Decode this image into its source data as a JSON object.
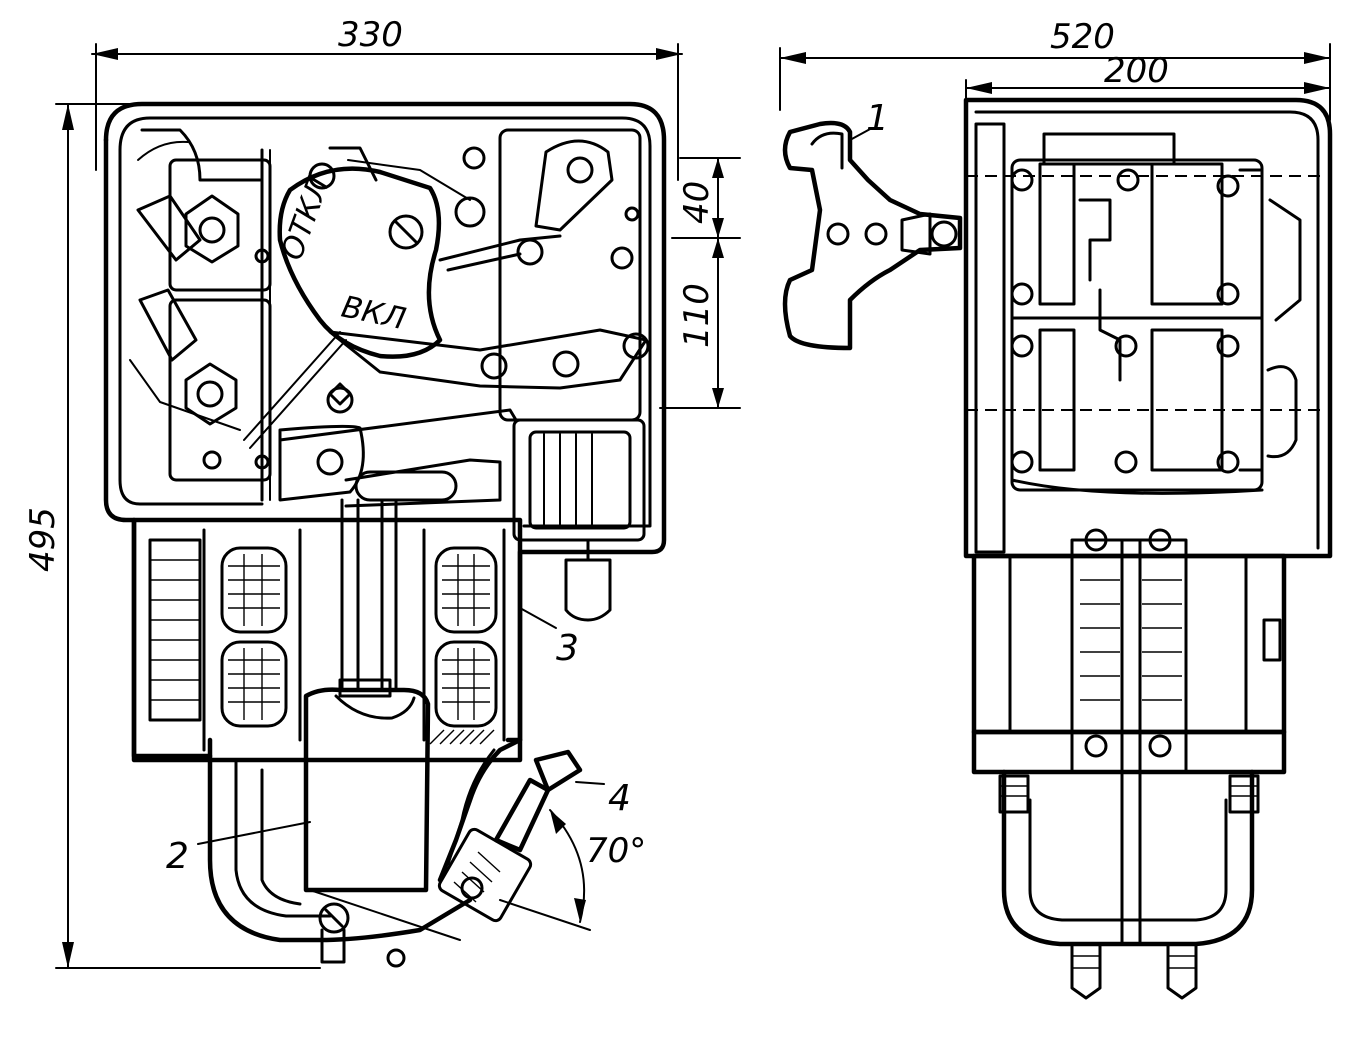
{
  "dimensions": {
    "front_width": "330",
    "side_width": "520",
    "side_inner_width": "200",
    "height": "495",
    "upper_gap": "40",
    "mid_gap": "110",
    "angle": "70°"
  },
  "callouts": {
    "c1": "1",
    "c2": "2",
    "c3": "3",
    "c4": "4"
  },
  "plate_texts": {
    "vkl": "ВКЛ",
    "otkl": "ОТКЛ"
  }
}
